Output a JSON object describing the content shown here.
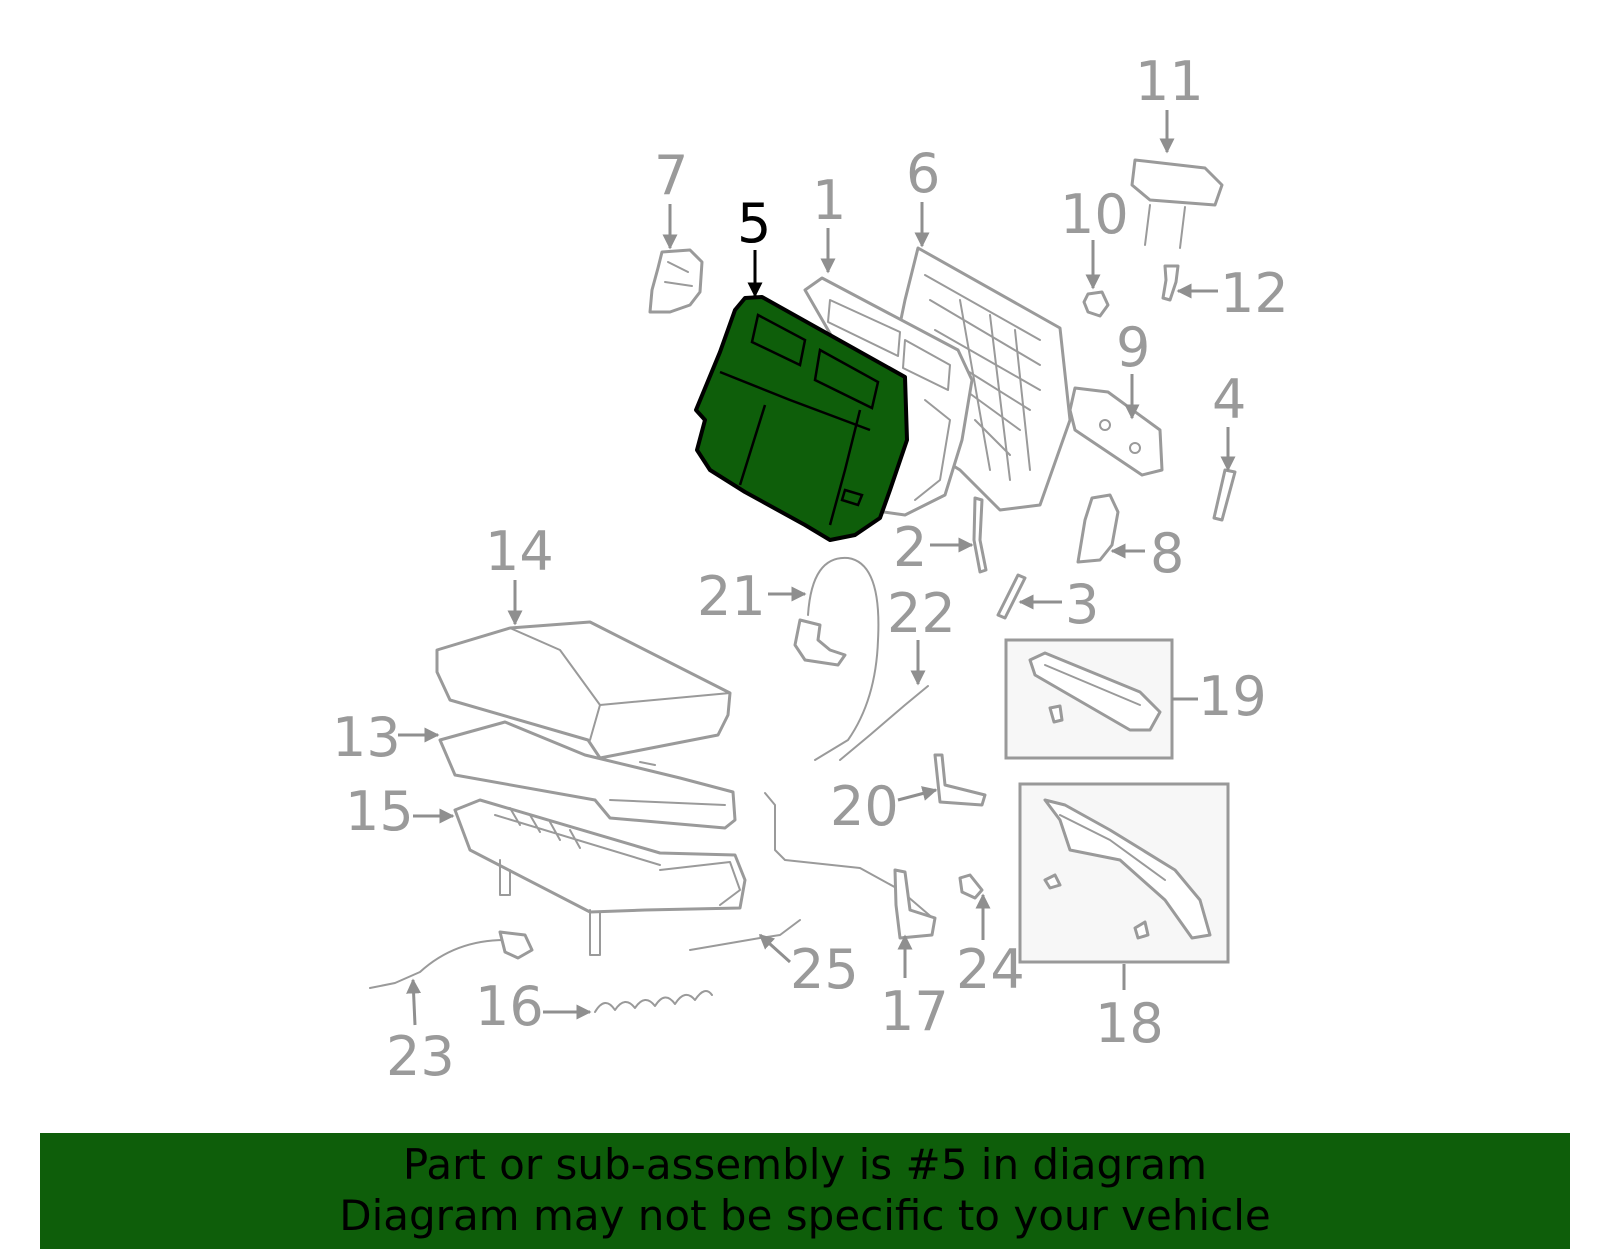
{
  "highlight_color": "#0e5e0a",
  "banner": {
    "line1": "Part or sub-assembly is #5 in diagram",
    "line2": "Diagram may not be specific to your vehicle"
  },
  "callouts": {
    "n1": "1",
    "n2": "2",
    "n3": "3",
    "n4": "4",
    "n5": "5",
    "n6": "6",
    "n7": "7",
    "n8": "8",
    "n9": "9",
    "n10": "10",
    "n11": "11",
    "n12": "12",
    "n13": "13",
    "n14": "14",
    "n15": "15",
    "n16": "16",
    "n17": "17",
    "n18": "18",
    "n19": "19",
    "n20": "20",
    "n21": "21",
    "n22": "22",
    "n23": "23",
    "n24": "24",
    "n25": "25"
  },
  "highlighted_part": "5"
}
